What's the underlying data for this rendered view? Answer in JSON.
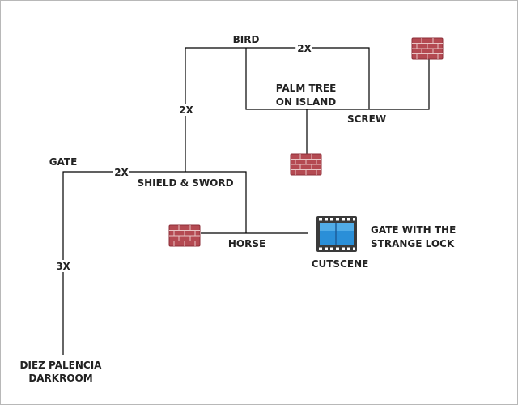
{
  "colors": {
    "background": "#ffffff",
    "border": "#b8b8b8",
    "line": "#000000",
    "text": "#222222",
    "brick": "#b44a52",
    "brick_dark": "#8c2f38",
    "mortar": "#e8c4c4",
    "film_frame": "#3a3a3a",
    "film_screen": "#2a8fd8"
  },
  "labels": {
    "bird": "BIRD",
    "bird_count": "2X",
    "left_count": "2X",
    "palm_line1": "PALM TREE",
    "palm_line2": "ON ISLAND",
    "screw": "SCREW",
    "gate": "GATE",
    "gate_count": "2X",
    "shield_sword": "SHIELD & SWORD",
    "horse": "HORSE",
    "cutscene": "CUTSCENE",
    "gate_lock_line1": "GATE WITH THE",
    "gate_lock_line2": "STRANGE LOCK",
    "darkroom_count": "3X",
    "darkroom_line1": "DIEZ PALENCIA",
    "darkroom_line2": "DARKROOM"
  },
  "icons": {
    "wall_top_right": "brick-wall-icon",
    "wall_middle": "brick-wall-icon",
    "wall_left": "brick-wall-icon",
    "cutscene": "film-strip-icon"
  }
}
